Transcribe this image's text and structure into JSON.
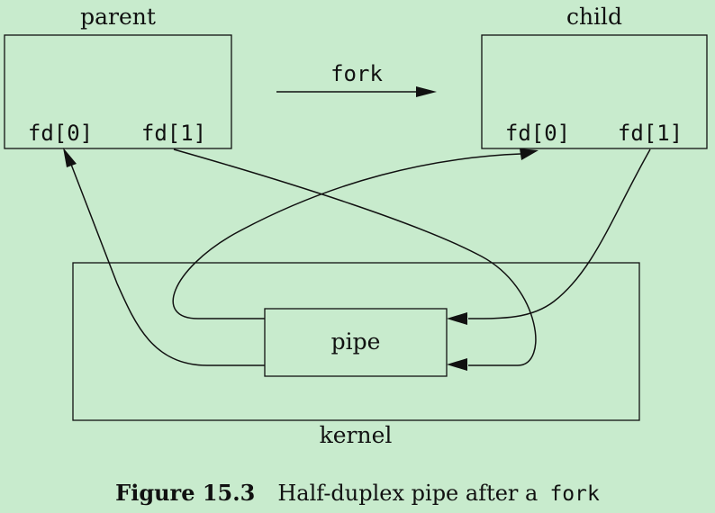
{
  "parent_label": "parent",
  "child_label": "child",
  "fork_label": "fork",
  "parent_fd0": "fd[0]",
  "parent_fd1": "fd[1]",
  "child_fd0": "fd[0]",
  "child_fd1": "fd[1]",
  "pipe_label": "pipe",
  "kernel_label": "kernel",
  "caption": {
    "figure": "Figure 15.3",
    "text": "Half-duplex pipe after a",
    "code": "fork"
  }
}
